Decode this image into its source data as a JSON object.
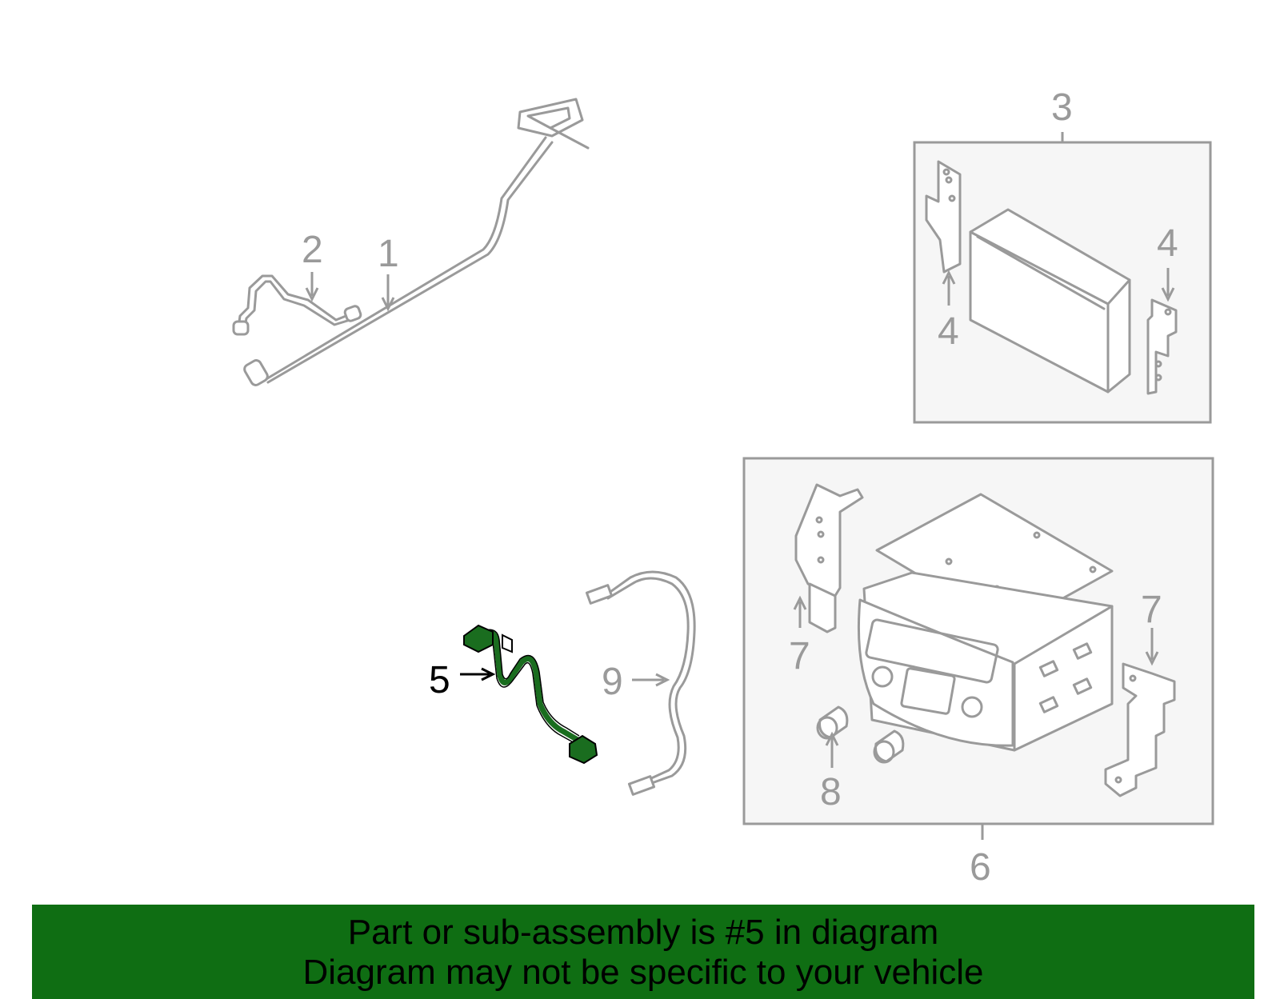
{
  "callouts": {
    "c1": "1",
    "c2": "2",
    "c3": "3",
    "c4a": "4",
    "c4b": "4",
    "c5": "5",
    "c6": "6",
    "c7a": "7",
    "c7b": "7",
    "c8": "8",
    "c9": "9"
  },
  "highlight_color": "#1a6d1f",
  "banner": {
    "line1": "Part or sub-assembly is #5 in diagram",
    "line2": "Diagram may not be specific to your vehicle",
    "color": "#0f6e13"
  }
}
